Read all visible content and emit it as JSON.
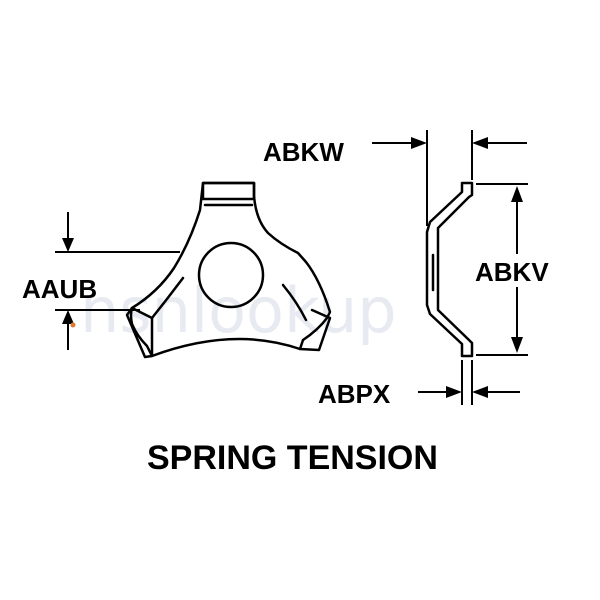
{
  "watermark": "nsnlookup",
  "caption": "SPRING TENSION",
  "dimensions": {
    "aaub": "AAUB",
    "abkw": "ABKW",
    "abkv": "ABKV",
    "abpx": "ABPX"
  },
  "colors": {
    "line": "#000000",
    "background": "#ffffff",
    "watermark": "#d4dbe6",
    "dot": "#e07a2e"
  }
}
